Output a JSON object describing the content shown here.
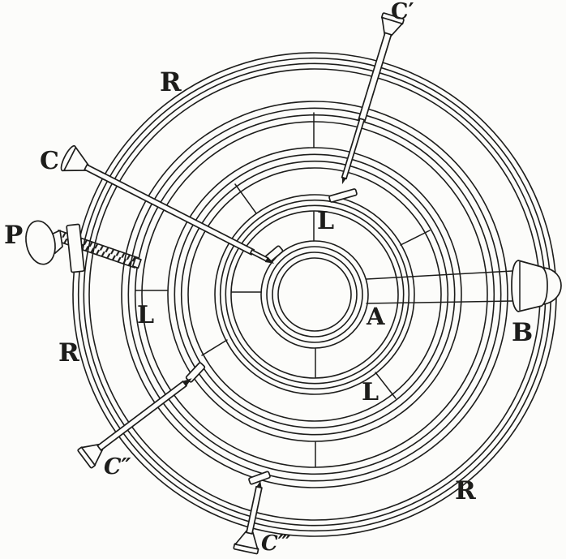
{
  "figure": {
    "colors": {
      "ink": "#1d1d1b",
      "paper": "#fcfcfa"
    },
    "labels": {
      "ring_top": "R",
      "ring_left": "R",
      "ring_bottom_right": "R",
      "screw_c": "C",
      "screw_c_prime": "C′",
      "screw_c_double_prime": "C″",
      "screw_c_triple_prime": "C‴",
      "screw_p": "P",
      "limb_top": "L",
      "limb_left": "L",
      "limb_bottom_right": "L",
      "axle": "A",
      "knob": "B"
    }
  }
}
